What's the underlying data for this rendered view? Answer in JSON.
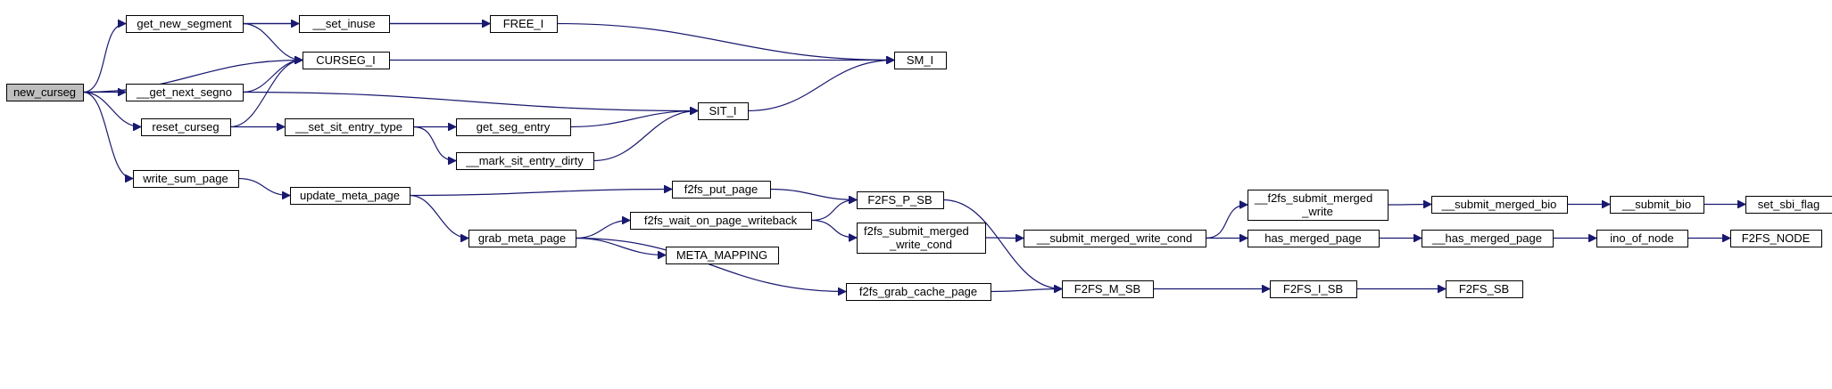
{
  "diagram": {
    "title": "",
    "colors": {
      "edge": "#191970",
      "node_fill": "#ffffff",
      "root_fill": "#bfbfbf",
      "border": "#000000"
    },
    "nodes": [
      {
        "id": "new_curseg",
        "lines": [
          "new_curseg"
        ],
        "root": true
      },
      {
        "id": "get_new_segment",
        "lines": [
          "get_new_segment"
        ]
      },
      {
        "id": "__get_next_segno",
        "lines": [
          "__get_next_segno"
        ]
      },
      {
        "id": "reset_curseg",
        "lines": [
          "reset_curseg"
        ]
      },
      {
        "id": "write_sum_page",
        "lines": [
          "write_sum_page"
        ]
      },
      {
        "id": "__set_inuse",
        "lines": [
          "__set_inuse"
        ]
      },
      {
        "id": "CURSEG_I",
        "lines": [
          "CURSEG_I"
        ]
      },
      {
        "id": "FREE_I",
        "lines": [
          "FREE_I"
        ]
      },
      {
        "id": "SM_I",
        "lines": [
          "SM_I"
        ]
      },
      {
        "id": "SIT_I",
        "lines": [
          "SIT_I"
        ]
      },
      {
        "id": "__set_sit_entry_type",
        "lines": [
          "__set_sit_entry_type"
        ]
      },
      {
        "id": "get_seg_entry",
        "lines": [
          "get_seg_entry"
        ]
      },
      {
        "id": "__mark_sit_entry_dirty",
        "lines": [
          "__mark_sit_entry_dirty"
        ]
      },
      {
        "id": "update_meta_page",
        "lines": [
          "update_meta_page"
        ]
      },
      {
        "id": "f2fs_put_page",
        "lines": [
          "f2fs_put_page"
        ]
      },
      {
        "id": "F2FS_P_SB",
        "lines": [
          "F2FS_P_SB"
        ]
      },
      {
        "id": "grab_meta_page",
        "lines": [
          "grab_meta_page"
        ]
      },
      {
        "id": "f2fs_wait_on_page_writeback",
        "lines": [
          "f2fs_wait_on_page_writeback"
        ]
      },
      {
        "id": "META_MAPPING",
        "lines": [
          "META_MAPPING"
        ]
      },
      {
        "id": "f2fs_submit_merged_write_cond",
        "lines": [
          "f2fs_submit_merged",
          "_write_cond"
        ]
      },
      {
        "id": "__submit_merged_write_cond",
        "lines": [
          "__submit_merged_write_cond"
        ]
      },
      {
        "id": "__f2fs_submit_merged_write",
        "lines": [
          "__f2fs_submit_merged",
          "_write"
        ]
      },
      {
        "id": "__submit_merged_bio",
        "lines": [
          "__submit_merged_bio"
        ]
      },
      {
        "id": "__submit_bio",
        "lines": [
          "__submit_bio"
        ]
      },
      {
        "id": "set_sbi_flag",
        "lines": [
          "set_sbi_flag"
        ]
      },
      {
        "id": "has_merged_page",
        "lines": [
          "has_merged_page"
        ]
      },
      {
        "id": "__has_merged_page",
        "lines": [
          "__has_merged_page"
        ]
      },
      {
        "id": "ino_of_node",
        "lines": [
          "ino_of_node"
        ]
      },
      {
        "id": "F2FS_NODE",
        "lines": [
          "F2FS_NODE"
        ]
      },
      {
        "id": "f2fs_grab_cache_page",
        "lines": [
          "f2fs_grab_cache_page"
        ]
      },
      {
        "id": "F2FS_M_SB",
        "lines": [
          "F2FS_M_SB"
        ]
      },
      {
        "id": "F2FS_I_SB",
        "lines": [
          "F2FS_I_SB"
        ]
      },
      {
        "id": "F2FS_SB",
        "lines": [
          "F2FS_SB"
        ]
      }
    ],
    "edges": [
      [
        "new_curseg",
        "get_new_segment"
      ],
      [
        "new_curseg",
        "CURSEG_I"
      ],
      [
        "new_curseg",
        "__get_next_segno"
      ],
      [
        "new_curseg",
        "reset_curseg"
      ],
      [
        "new_curseg",
        "write_sum_page"
      ],
      [
        "get_new_segment",
        "__set_inuse"
      ],
      [
        "get_new_segment",
        "FREE_I"
      ],
      [
        "get_new_segment",
        "CURSEG_I"
      ],
      [
        "__set_inuse",
        "FREE_I"
      ],
      [
        "FREE_I",
        "SM_I"
      ],
      [
        "CURSEG_I",
        "SM_I"
      ],
      [
        "__get_next_segno",
        "CURSEG_I"
      ],
      [
        "__get_next_segno",
        "SIT_I"
      ],
      [
        "reset_curseg",
        "CURSEG_I"
      ],
      [
        "reset_curseg",
        "__set_sit_entry_type"
      ],
      [
        "SIT_I",
        "SM_I"
      ],
      [
        "__set_sit_entry_type",
        "get_seg_entry"
      ],
      [
        "__set_sit_entry_type",
        "__mark_sit_entry_dirty"
      ],
      [
        "get_seg_entry",
        "SIT_I"
      ],
      [
        "__mark_sit_entry_dirty",
        "SIT_I"
      ],
      [
        "write_sum_page",
        "update_meta_page"
      ],
      [
        "update_meta_page",
        "f2fs_put_page"
      ],
      [
        "update_meta_page",
        "grab_meta_page"
      ],
      [
        "f2fs_put_page",
        "F2FS_P_SB"
      ],
      [
        "grab_meta_page",
        "f2fs_wait_on_page_writeback"
      ],
      [
        "grab_meta_page",
        "META_MAPPING"
      ],
      [
        "grab_meta_page",
        "f2fs_grab_cache_page"
      ],
      [
        "f2fs_wait_on_page_writeback",
        "F2FS_P_SB"
      ],
      [
        "f2fs_wait_on_page_writeback",
        "f2fs_submit_merged_write_cond"
      ],
      [
        "F2FS_P_SB",
        "F2FS_M_SB"
      ],
      [
        "f2fs_submit_merged_write_cond",
        "__submit_merged_write_cond"
      ],
      [
        "__submit_merged_write_cond",
        "__f2fs_submit_merged_write"
      ],
      [
        "__submit_merged_write_cond",
        "has_merged_page"
      ],
      [
        "__f2fs_submit_merged_write",
        "__submit_merged_bio"
      ],
      [
        "__submit_merged_bio",
        "__submit_bio"
      ],
      [
        "__submit_bio",
        "set_sbi_flag"
      ],
      [
        "has_merged_page",
        "__has_merged_page"
      ],
      [
        "__has_merged_page",
        "ino_of_node"
      ],
      [
        "ino_of_node",
        "F2FS_NODE"
      ],
      [
        "f2fs_grab_cache_page",
        "F2FS_M_SB"
      ],
      [
        "F2FS_M_SB",
        "F2FS_I_SB"
      ],
      [
        "F2FS_I_SB",
        "F2FS_SB"
      ]
    ]
  }
}
